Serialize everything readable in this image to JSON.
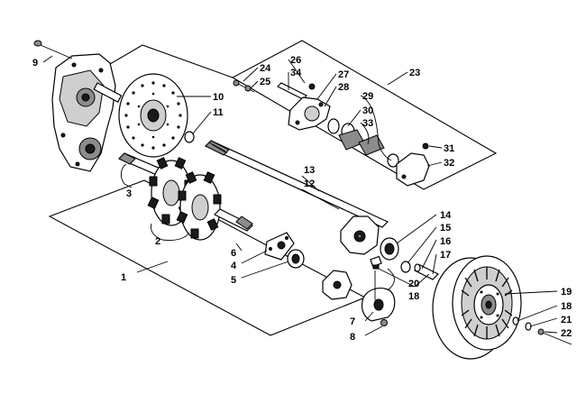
{
  "callouts": [
    {
      "id": "c1",
      "text": "1"
    },
    {
      "id": "c2",
      "text": "2"
    },
    {
      "id": "c3",
      "text": "3"
    },
    {
      "id": "c4",
      "text": "4"
    },
    {
      "id": "c5",
      "text": "5"
    },
    {
      "id": "c6",
      "text": "6"
    },
    {
      "id": "c7",
      "text": "7"
    },
    {
      "id": "c8",
      "text": "8"
    },
    {
      "id": "c9",
      "text": "9"
    },
    {
      "id": "c10",
      "text": "10"
    },
    {
      "id": "c11",
      "text": "11"
    },
    {
      "id": "c12",
      "text": "12"
    },
    {
      "id": "c13",
      "text": "13"
    },
    {
      "id": "c14",
      "text": "14"
    },
    {
      "id": "c15",
      "text": "15"
    },
    {
      "id": "c16",
      "text": "16"
    },
    {
      "id": "c17",
      "text": "17"
    },
    {
      "id": "c18a",
      "text": "18"
    },
    {
      "id": "c18b",
      "text": "18"
    },
    {
      "id": "c19",
      "text": "19"
    },
    {
      "id": "c20",
      "text": "20"
    },
    {
      "id": "c21",
      "text": "21"
    },
    {
      "id": "c22",
      "text": "22"
    },
    {
      "id": "c23",
      "text": "23"
    },
    {
      "id": "c24",
      "text": "24"
    },
    {
      "id": "c25",
      "text": "25"
    },
    {
      "id": "c26",
      "text": "26"
    },
    {
      "id": "c27",
      "text": "27"
    },
    {
      "id": "c28",
      "text": "28"
    },
    {
      "id": "c29",
      "text": "29"
    },
    {
      "id": "c30",
      "text": "30"
    },
    {
      "id": "c31",
      "text": "31"
    },
    {
      "id": "c32",
      "text": "32"
    },
    {
      "id": "c33",
      "text": "33"
    },
    {
      "id": "c34",
      "text": "34"
    }
  ]
}
